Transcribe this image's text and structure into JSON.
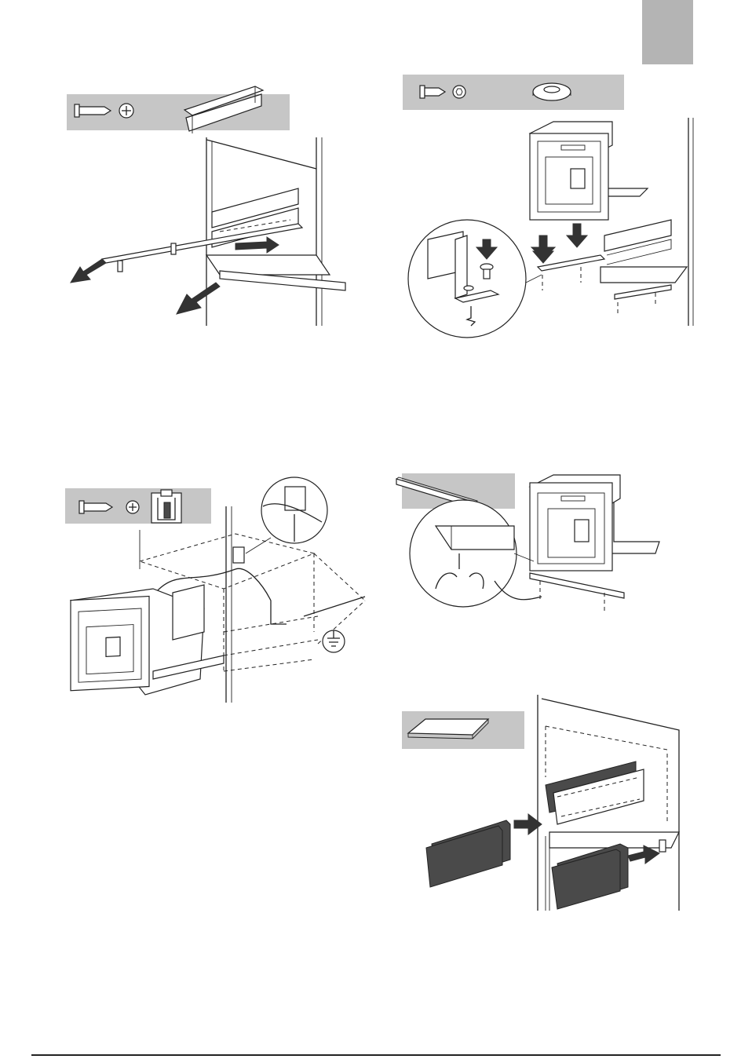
{
  "page": {
    "accent_tab_color": "#b4b4b4",
    "parts_bar_color": "#c6c6c6"
  },
  "steps": [
    {
      "id": "rail-removal",
      "parts": [
        "screw-icon",
        "phillips-head-icon",
        "mounting-rail-icon"
      ]
    },
    {
      "id": "machine-fixing",
      "parts": [
        "screw-icon",
        "hex-head-icon",
        "washer-icon"
      ]
    },
    {
      "id": "earth-connection",
      "parts": [
        "screw-icon",
        "phillips-head-icon",
        "clamp-bracket-icon"
      ]
    },
    {
      "id": "trim-strip",
      "parts": [
        "trim-strip-icon"
      ]
    },
    {
      "id": "filler-panels",
      "parts": [
        "filler-panel-icon"
      ]
    }
  ]
}
